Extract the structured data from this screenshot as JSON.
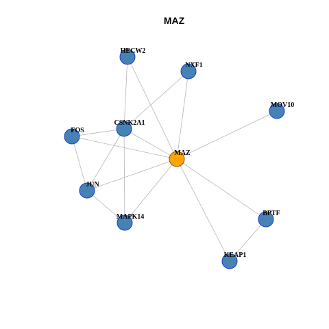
{
  "title": "MAZ",
  "colors": {
    "background": "#ffffff",
    "node_fill": "#4682b4",
    "node_stroke": "#1a3ccc",
    "center_fill": "#ffa500",
    "center_stroke": "#7a5a10",
    "edge": "#b4b4b4"
  },
  "nodes": [
    {
      "id": "MAZ",
      "label": "MAZ",
      "center": true
    },
    {
      "id": "HECW2",
      "label": "HECW2"
    },
    {
      "id": "NXF1",
      "label": "NXF1"
    },
    {
      "id": "MOV10",
      "label": "MOV10"
    },
    {
      "id": "CSNK2A1",
      "label": "CSNK2A1"
    },
    {
      "id": "FOS",
      "label": "FOS"
    },
    {
      "id": "JUN",
      "label": "JUN"
    },
    {
      "id": "MAPK14",
      "label": "MAPK14"
    },
    {
      "id": "BPTF",
      "label": "BPTF"
    },
    {
      "id": "KEAP1",
      "label": "KEAP1"
    }
  ],
  "edges": [
    [
      "MAZ",
      "HECW2"
    ],
    [
      "MAZ",
      "NXF1"
    ],
    [
      "MAZ",
      "MOV10"
    ],
    [
      "MAZ",
      "CSNK2A1"
    ],
    [
      "MAZ",
      "FOS"
    ],
    [
      "MAZ",
      "JUN"
    ],
    [
      "MAZ",
      "MAPK14"
    ],
    [
      "MAZ",
      "BPTF"
    ],
    [
      "MAZ",
      "KEAP1"
    ],
    [
      "HECW2",
      "CSNK2A1"
    ],
    [
      "NXF1",
      "CSNK2A1"
    ],
    [
      "CSNK2A1",
      "FOS"
    ],
    [
      "CSNK2A1",
      "JUN"
    ],
    [
      "CSNK2A1",
      "MAPK14"
    ],
    [
      "FOS",
      "JUN"
    ],
    [
      "JUN",
      "MAPK14"
    ],
    [
      "BPTF",
      "KEAP1"
    ]
  ]
}
